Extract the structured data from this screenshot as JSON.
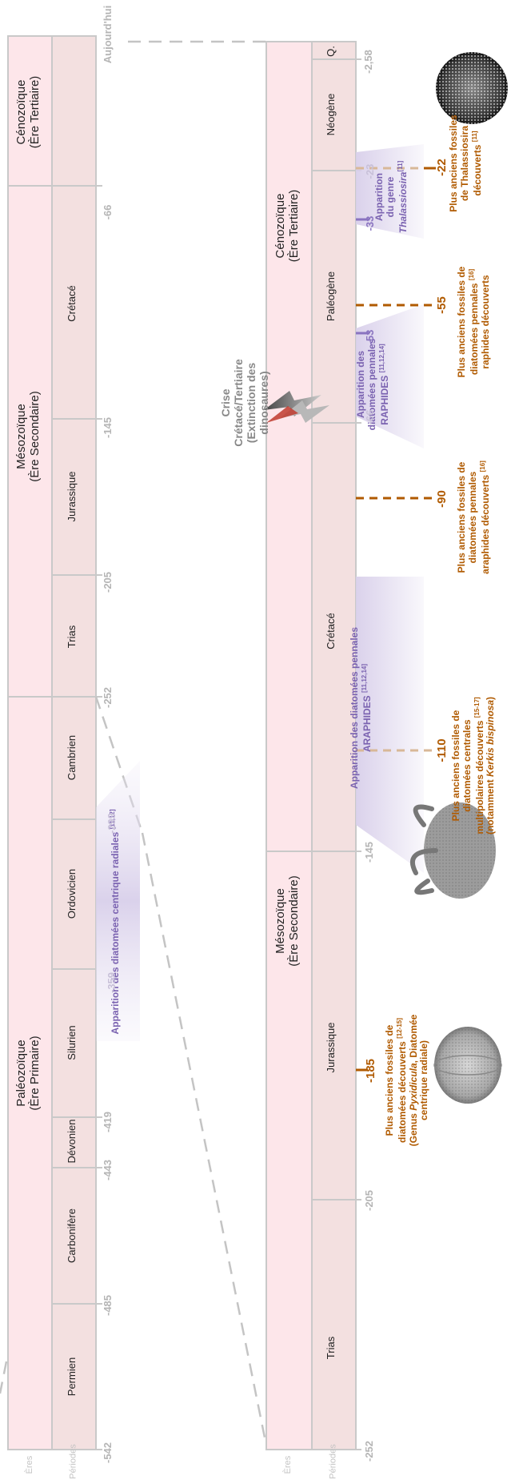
{
  "left_column": {
    "eras": [
      {
        "name": "Cénozoïque",
        "sub": "(Ère Tertiaire)"
      },
      {
        "name": "Mésozoïque",
        "sub": "(Ère Secondaire)"
      },
      {
        "name": "Paléozoïque",
        "sub": "(Ère Primaire)"
      }
    ],
    "periods": [
      "Crétacé",
      "Jurassique",
      "Trias",
      "Cambrien",
      "Ordovicien",
      "Silurien",
      "Dévonien",
      "Carbonifère",
      "Permien"
    ],
    "ticks": [
      "Aujourd'hui",
      "-66",
      "-145",
      "-205",
      "-252",
      "-419",
      "-443",
      "-485",
      "-542"
    ],
    "label_periodes": "Périodes",
    "label_eres": "Ères"
  },
  "right_column": {
    "eras": [
      {
        "name": "Cénozoïque",
        "sub": "(Ère Tertiaire)"
      },
      {
        "name": "Mésozoïque",
        "sub": "(Ère Secondaire)"
      }
    ],
    "periods": [
      "Q.",
      "Néogène",
      "Paléogène",
      "Crétacé",
      "Jurassique",
      "Trias"
    ],
    "ticks": [
      "-2,58",
      "-145",
      "-205",
      "-252"
    ],
    "label_periodes": "Périodes",
    "label_eres": "Ères"
  },
  "events": {
    "radiales": {
      "text": "Apparition des diatomées centrique radiales",
      "refs": "[11,12]",
      "start": "-359",
      "end": "-299"
    },
    "araphides": {
      "line1": "Apparition des diatomées pennales",
      "line2": "ARAPHIDES",
      "refs": "[11,12,14]"
    },
    "raphides": {
      "line1": "Apparition des",
      "line2": "diatomées pennales",
      "line3": "RAPHIDES",
      "refs": "[11,12,14]",
      "start": "-66",
      "end": "-53"
    },
    "thalassiosira": {
      "line1": "Apparition",
      "line2": "du genre",
      "line3": "Thalassiosira",
      "refs": "[11]",
      "start": "-33",
      "end": "-23"
    },
    "crise": {
      "line1": "Crise",
      "line2": "Crétacé/Tertiaire",
      "line3": "(Extinction des",
      "line4": "dinosaures)"
    },
    "fossil_185": {
      "num": "-185",
      "line1": "Plus anciens fossiles de",
      "line2": "diatomées découverts",
      "refs": "[12-15]",
      "line3a": "(Genus ",
      "line3i": "Pyxidicula",
      "line3b": ", Diatomée",
      "line4": "centrique radiale)"
    },
    "fossil_110": {
      "num": "-110",
      "line1": "Plus anciens fossiles de",
      "line2": "diatomées centrales",
      "line3": "multipolaires découverts",
      "refs": "[15-17]",
      "line4a": "(notamment ",
      "line4i": "Kerkis bispinosa",
      "line4b": ")"
    },
    "fossil_90": {
      "num": "-90",
      "line1": "Plus anciens fossiles de",
      "line2": "diatomées pennales",
      "line3": "araphides découverts",
      "refs": "[16]"
    },
    "fossil_55": {
      "num": "-55",
      "line1": "Plus anciens fossiles de",
      "line2": "diatomées pennales",
      "line3": "raphides découverts",
      "refs": "[16]"
    },
    "fossil_22": {
      "num": "-22",
      "line1": "Plus anciens fossiles",
      "line2": "de Thalassiosira",
      "line3": "découverts",
      "refs": "[11]"
    }
  },
  "colors": {
    "era_fill": "#fde6ea",
    "period_fill": "#f3e0e0",
    "border": "#c9c9c9",
    "purple_band": "#dcd4ec",
    "orange": "#b05a00",
    "purple": "#7a62b0"
  }
}
